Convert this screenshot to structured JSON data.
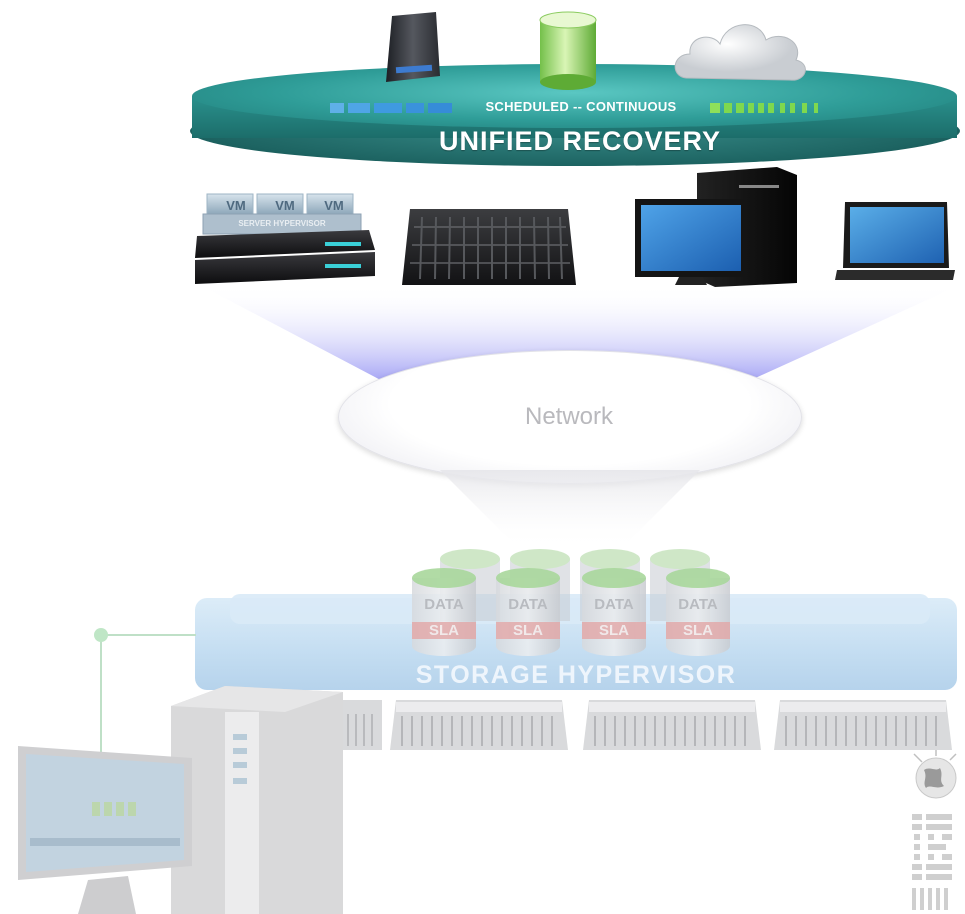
{
  "recovery": {
    "scheduled_label": "SCHEDULED -- CONTINUOUS",
    "title": "UNIFIED RECOVERY"
  },
  "clients": {
    "server_vm_labels": [
      "VM",
      "VM",
      "VM"
    ],
    "server_hypervisor_label": "SERVER HYPERVISOR"
  },
  "network": {
    "label": "Network"
  },
  "storage": {
    "title": "STORAGE HYPERVISOR",
    "cans": [
      {
        "top": "DATA",
        "bottom": "SLA"
      },
      {
        "top": "DATA",
        "bottom": "SLA"
      },
      {
        "top": "DATA",
        "bottom": "SLA"
      },
      {
        "top": "DATA",
        "bottom": "SLA"
      }
    ]
  },
  "colors": {
    "recovery_teal": "#2f9d98",
    "storage_blue": "#b9d7ef",
    "network_fan": "#8d8cf2"
  }
}
